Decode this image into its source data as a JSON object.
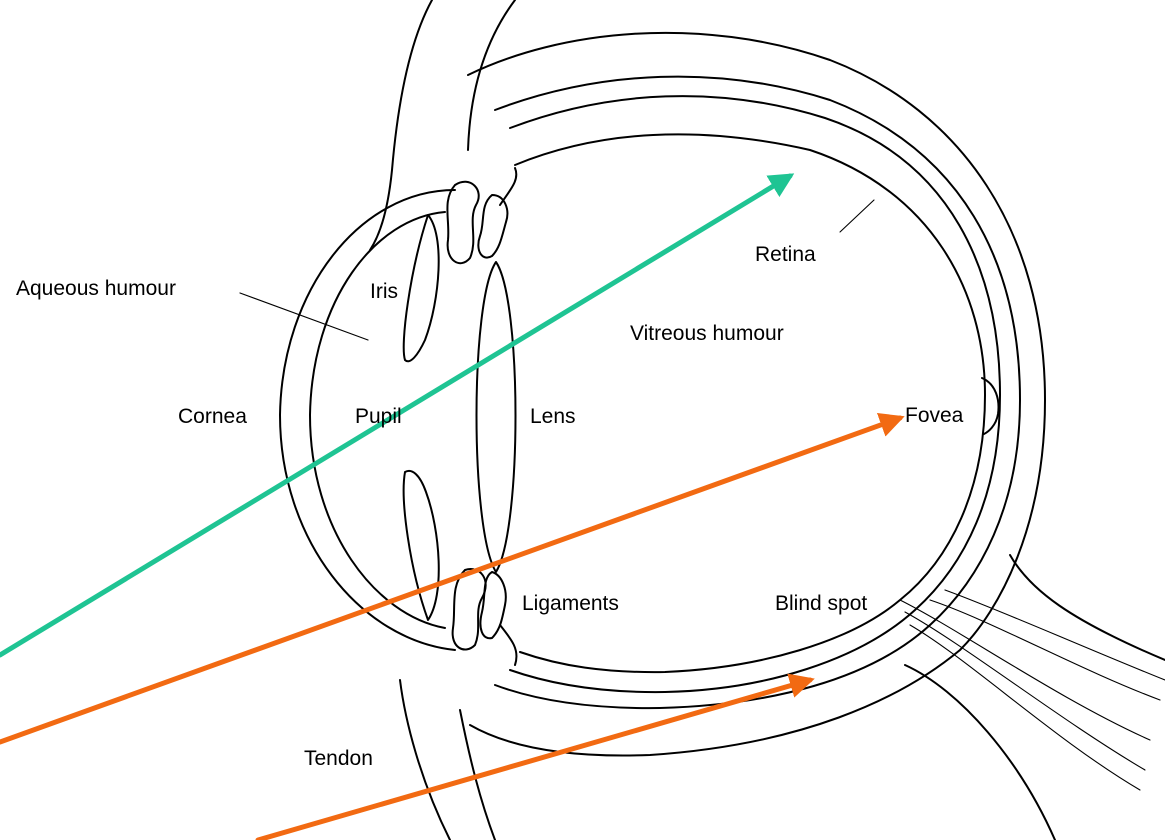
{
  "labels": {
    "aqueous_humour": "Aqueous humour",
    "iris": "Iris",
    "cornea": "Cornea",
    "pupil": "Pupil",
    "lens": "Lens",
    "vitreous_humour": "Vitreous humour",
    "retina": "Retina",
    "fovea": "Fovea",
    "ligaments": "Ligaments",
    "blind_spot": "Blind spot",
    "tendon": "Tendon"
  },
  "colors": {
    "ray_green": "#1fc493",
    "ray_orange": "#f26a12",
    "ink": "#000000",
    "background": "#ffffff"
  },
  "rays": [
    {
      "name": "ray-to-retina-top",
      "color": "green"
    },
    {
      "name": "ray-to-fovea",
      "color": "orange"
    },
    {
      "name": "ray-to-retina-bottom",
      "color": "orange"
    }
  ]
}
